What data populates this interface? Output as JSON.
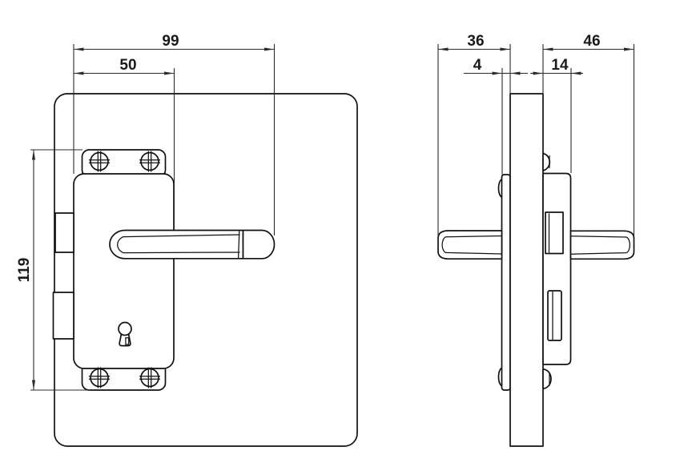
{
  "drawing": {
    "colors": {
      "background": "#ffffff",
      "object_line": "#111111",
      "dimension_line": "#2b2b2b",
      "text": "#1a1a1a"
    },
    "dimensions": {
      "front": {
        "total_width": {
          "value": "99"
        },
        "plate_width": {
          "value": "50"
        },
        "plate_height": {
          "value": "119"
        }
      },
      "side": {
        "front_projection": {
          "value": "36"
        },
        "front_plate_thickness": {
          "value": "4"
        },
        "rear_projection": {
          "value": "46"
        },
        "case_thickness": {
          "value": "14"
        }
      }
    }
  }
}
